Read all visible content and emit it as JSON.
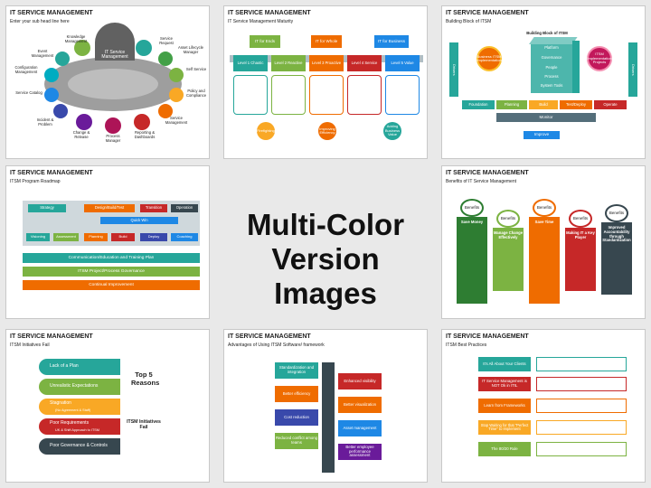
{
  "center": {
    "line1": "Multi-Color",
    "line2": "Version Images"
  },
  "colors": {
    "green": "#7cb342",
    "blue": "#1e88e5",
    "orange": "#ef6c00",
    "teal": "#26a69a",
    "red": "#c62828",
    "dark": "#37474f",
    "purple": "#6a1b9a",
    "cyan": "#00acc1"
  },
  "s1": {
    "title": "IT SERVICE MANAGEMENT",
    "subtitle": "Enter your sub head line here",
    "center": "IT Service Management",
    "items": [
      "Knowledge Management",
      "Event Management",
      "Configuration Management",
      "Service Catalog",
      "Incident & Problem",
      "Change & Release",
      "Process Manager",
      "Reporting & Dashboards",
      "Service Management",
      "Policy and Compliance",
      "Self Service",
      "Asset Lifecycle Manager",
      "Service Request"
    ]
  },
  "s2": {
    "title": "IT SERVICE MANAGEMENT",
    "subtitle": "IT Service Management Maturity",
    "top": [
      "IT for Ends",
      "IT for Whole",
      "IT for Business"
    ],
    "levels": [
      "Level 1 Chaotic",
      "Level 2 Reactive",
      "Level 3 Proactive",
      "Level 4 Service",
      "Level 5 Value"
    ],
    "bottom": [
      "Firefighting",
      "Improving Efficiency",
      "Adding Business Value"
    ]
  },
  "s3": {
    "title": "IT SERVICE MANAGEMENT",
    "subtitle": "Building Block of ITSM",
    "block_title": "Building Block of ITSM",
    "cube": [
      "Platform",
      "Governance",
      "People",
      "Process",
      "System Tools"
    ],
    "left": "Business ITSM Implementation",
    "right": "ITSM Implementation Projects",
    "side_left": "Drivers",
    "side_right": "Drivers",
    "bottom": [
      "Foundation",
      "Planning",
      "Build",
      "Test/Deploy",
      "Operate"
    ],
    "monitor": "Monitor",
    "improve": "Improve"
  },
  "s4": {
    "title": "IT SERVICE MANAGEMENT",
    "subtitle": "ITSM Program Roadmap",
    "phases": [
      "Strategy",
      "Design/Build/Test",
      "Transition",
      "Operation"
    ],
    "quick": "Quick Win",
    "steps": [
      "Visioning",
      "Assessment",
      "Planning",
      "Build",
      "Deploy",
      "Coaching"
    ],
    "bars": [
      "Communication/Education and Training Plan",
      "ITSM Project/Process Governance",
      "Continual Improvement"
    ]
  },
  "s5": {
    "title": "IT SERVICE MANAGEMENT",
    "subtitle": "Benefits of IT Service Management",
    "badge": "Benefits",
    "heads": [
      "Save Money",
      "Manage Change Effectively",
      "Save Time",
      "Making IT a Key Player",
      "Improved Accountability through Standardization"
    ]
  },
  "s6": {
    "title": "IT SERVICE MANAGEMENT",
    "subtitle": "ITSM Initiatives Fail",
    "items": [
      "Lack of a Plan",
      "Unrealistic Expectations",
      "Stagnation",
      "Poor Requirements",
      "Poor Governance & Controls"
    ],
    "notes": [
      "",
      "",
      "(No Agreement & Staff)",
      "UK & Shift Approach to ITSM",
      ""
    ],
    "top_label": "Top 5 Reasons",
    "fail_label": "ITSM Initiatives Fail"
  },
  "s7": {
    "title": "IT SERVICE MANAGEMENT",
    "subtitle": "Advantages of Using ITSM Software/ framework",
    "left": [
      "Standardization and integration",
      "Better efficiency",
      "Cost reduction",
      "Reduced conflict among teams"
    ],
    "right": [
      "Enhanced visibility",
      "Better visualization",
      "Asset management",
      "Better employee performance assessment"
    ]
  },
  "s8": {
    "title": "IT SERVICE MANAGEMENT",
    "subtitle": "ITSM Best Practices",
    "items": [
      "It's All About Your Clients",
      "IT Service Management is NOT Ok in ITIL",
      "Learn from Frameworks",
      "Stop Waiting for that \"Perfect Time\" to Implement",
      "The 80/20 Rule"
    ]
  }
}
